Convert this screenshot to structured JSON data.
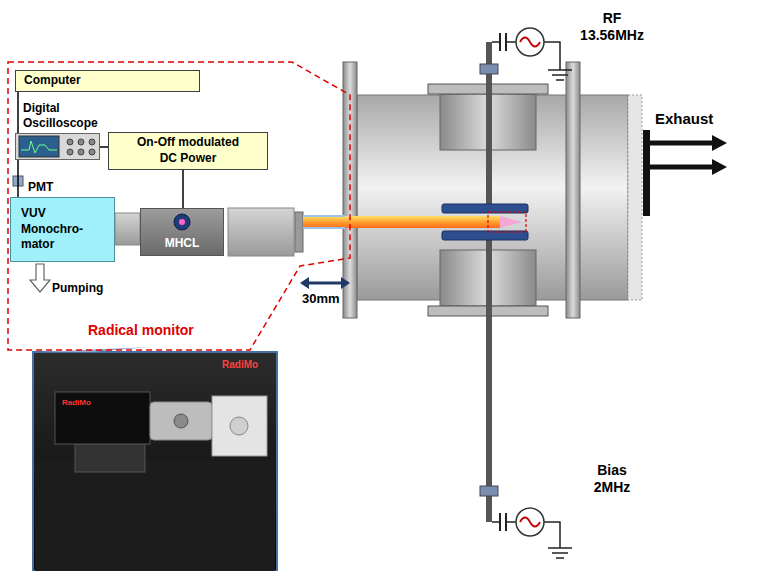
{
  "diagram": {
    "nodes": [
      {
        "text": [
          "Radical monitor"
        ]
      },
      {
        "text": [
          "Computer"
        ],
        "in": 0
      },
      {
        "text": [
          "Digital Oscilloscope"
        ],
        "in": 0
      },
      {
        "text": [
          "On-Off modulated DC Power"
        ],
        "in": 0
      },
      {
        "text": [
          "VUV Monochro- mator"
        ],
        "in": 0
      },
      {
        "text": [
          "MHCL"
        ],
        "in": 0
      }
    ],
    "edges": [
      {
        "from": 1,
        "to": 2,
        "arrow": "none"
      },
      {
        "from": 2,
        "to": 3,
        "arrow": "none"
      },
      {
        "from": 3,
        "to": 5,
        "arrow": "none"
      },
      {
        "from": 2,
        "to": 4,
        "arrow": "none"
      }
    ],
    "labels": [
      "PMT",
      "Pumping",
      "30mm",
      "Exhaust",
      "RF 13.56MHz",
      "Bias 2MHz",
      "RadiMo",
      "RadiMo"
    ]
  }
}
